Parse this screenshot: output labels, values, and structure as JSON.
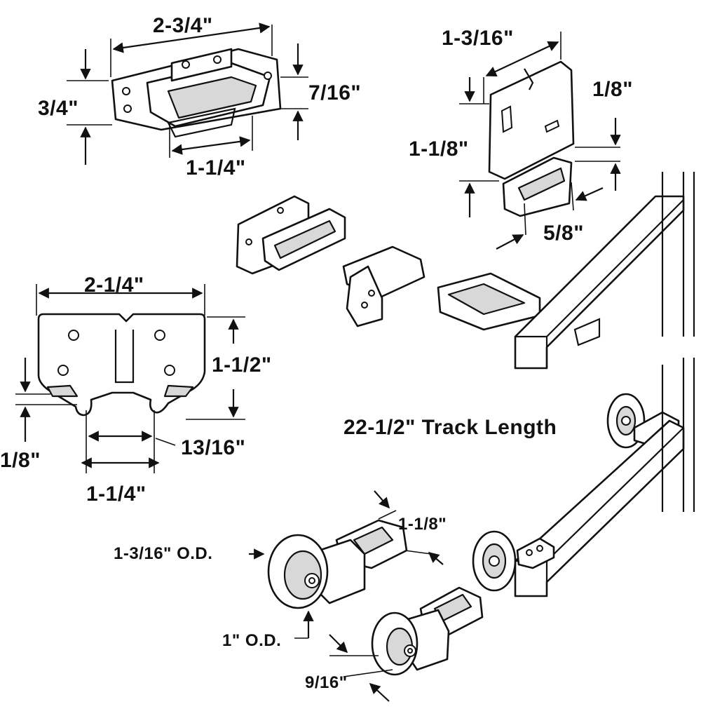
{
  "dimensions": {
    "guide_width": "2-3/4\"",
    "guide_height": "3/4\"",
    "guide_channel_height": "7/16\"",
    "guide_channel_width": "1-1/4\"",
    "bracket_width": "1-3/16\"",
    "bracket_height": "1-1/8\"",
    "bracket_thickness": "1/8\"",
    "bracket_slot": "5/8\"",
    "plate_width": "2-1/4\"",
    "plate_height": "1-1/2\"",
    "plate_thickness": "1/8\"",
    "plate_slot_spacing": "13/16\"",
    "plate_hole_spacing": "1-1/4\"",
    "roller_large_od": "1-3/16\" O.D.",
    "roller_mount_width": "1-1/8\"",
    "roller_small_od": "1\" O.D.",
    "roller_width": "9/16\"",
    "track_length": "22-1/2\" Track Length"
  },
  "colors": {
    "ink": "#111111",
    "part_fill": "#ffffff",
    "shade_fill": "#d8d8d8"
  }
}
